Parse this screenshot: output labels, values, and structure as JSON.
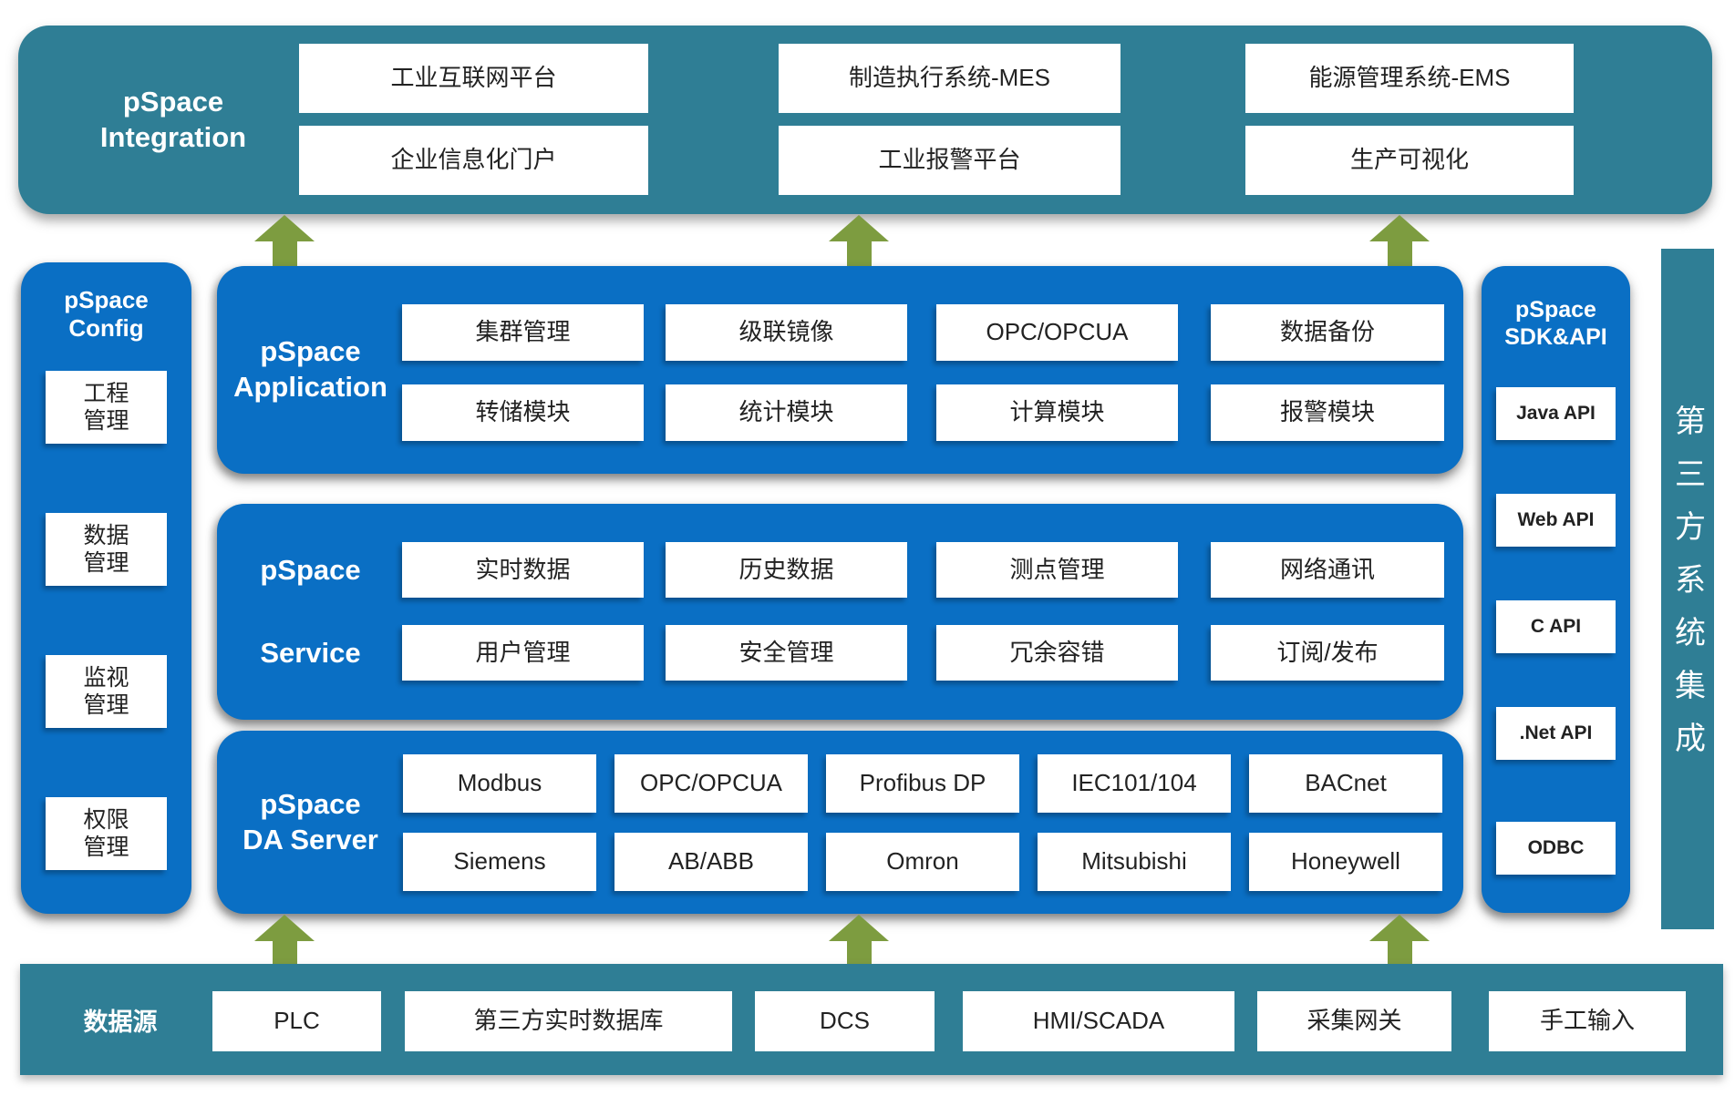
{
  "colors": {
    "teal": "#2F7E95",
    "blue": "#0A6FC4",
    "green": "#7D9C40",
    "box_text": "#222222"
  },
  "integration": {
    "title1": "pSpace",
    "title2": "Integration",
    "columns": [
      [
        "工业互联网平台",
        "企业信息化门户"
      ],
      [
        "制造执行系统-MES",
        "工业报警平台"
      ],
      [
        "能源管理系统-EMS",
        "生产可视化"
      ]
    ]
  },
  "config": {
    "title1": "pSpace",
    "title2": "Config",
    "items": [
      "工程\n管理",
      "数据\n管理",
      "监视\n管理",
      "权限\n管理"
    ]
  },
  "application": {
    "title1": "pSpace",
    "title2": "Application",
    "rows": [
      [
        "集群管理",
        "级联镜像",
        "OPC/OPCUA",
        "数据备份"
      ],
      [
        "转储模块",
        "统计模块",
        "计算模块",
        "报警模块"
      ]
    ]
  },
  "service": {
    "title1": "pSpace",
    "title2": "Service",
    "rows": [
      [
        "实时数据",
        "历史数据",
        "测点管理",
        "网络通讯"
      ],
      [
        "用户管理",
        "安全管理",
        "冗余容错",
        "订阅/发布"
      ]
    ]
  },
  "da_server": {
    "title1": "pSpace",
    "title2": "DA Server",
    "rows": [
      [
        "Modbus",
        "OPC/OPCUA",
        "Profibus DP",
        "IEC101/104",
        "BACnet"
      ],
      [
        "Siemens",
        "AB/ABB",
        "Omron",
        "Mitsubishi",
        "Honeywell"
      ]
    ]
  },
  "sdk": {
    "title1": "pSpace",
    "title2": "SDK&API",
    "items": [
      "Java API",
      "Web API",
      "C API",
      ".Net API",
      "ODBC"
    ]
  },
  "third_party": {
    "label": "第三方系统集成"
  },
  "datasource": {
    "label": "数据源",
    "items": [
      "PLC",
      "第三方实时数据库",
      "DCS",
      "HMI/SCADA",
      "采集网关",
      "手工输入"
    ]
  }
}
